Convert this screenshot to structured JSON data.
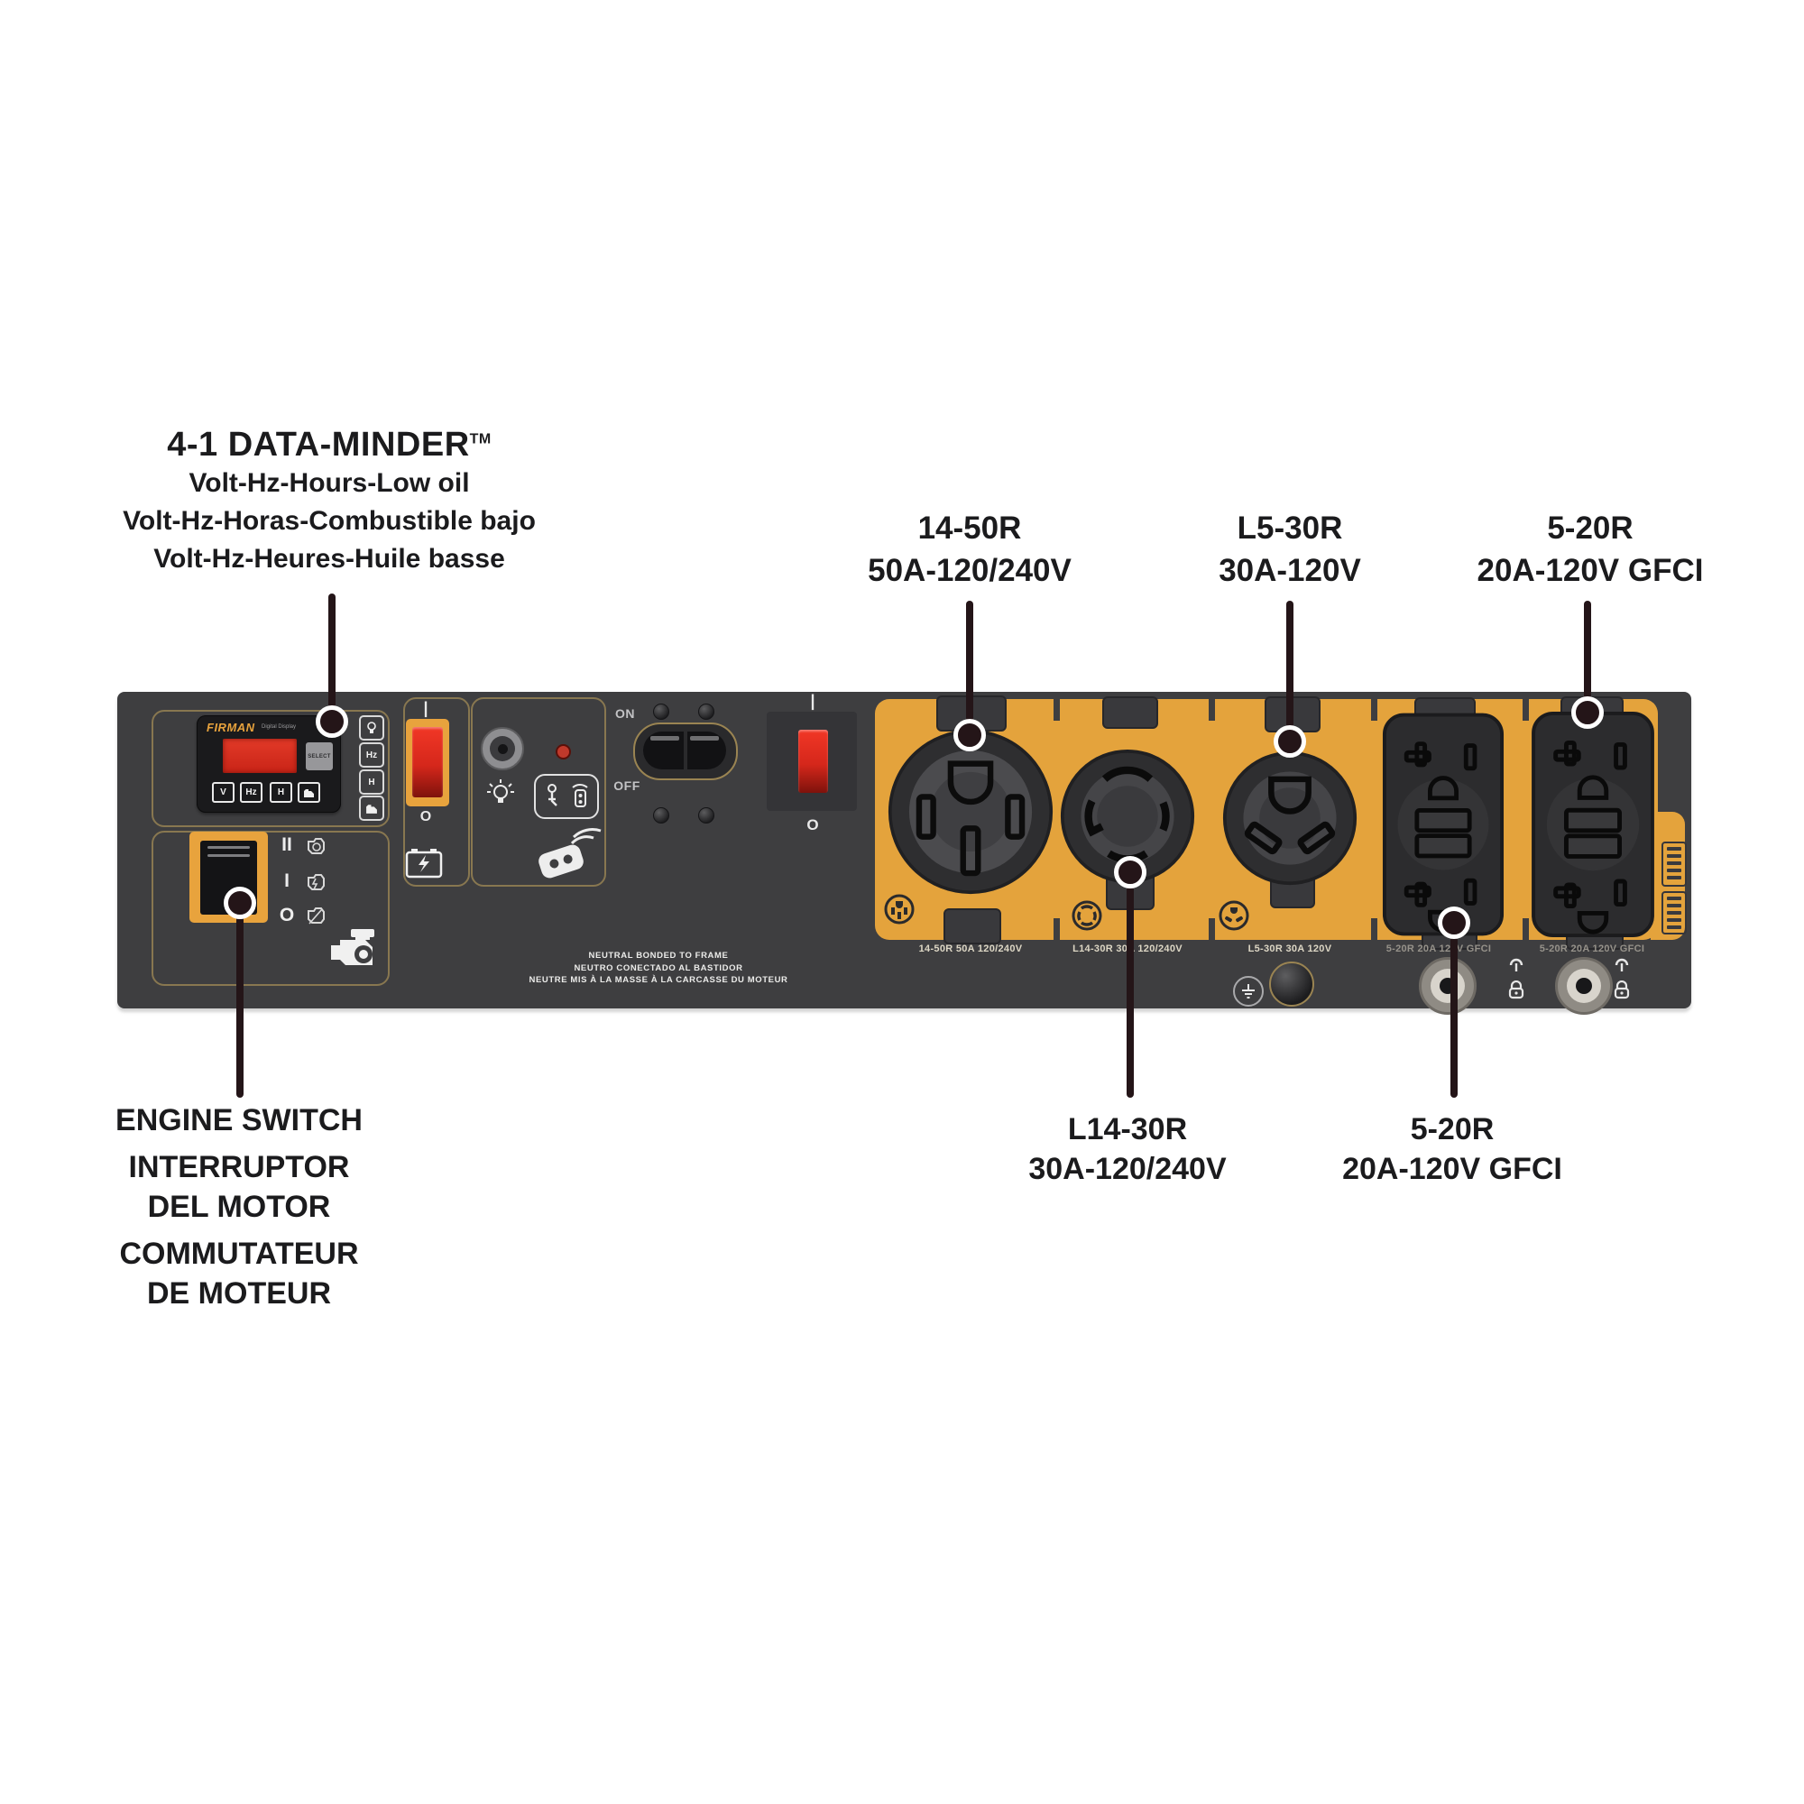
{
  "colors": {
    "panel_bg": "#3e3e40",
    "accent_yellow": "#e4a33c",
    "switch_red": "#d7281b",
    "display_red": "#d43222",
    "callout_line": "#241518"
  },
  "callouts": {
    "data_minder": {
      "title": "4-1 DATA-MINDER",
      "trademark": "TM",
      "lines": [
        "Volt-Hz-Hours-Low oil",
        "Volt-Hz-Horas-Combustible bajo",
        "Volt-Hz-Heures-Huile basse"
      ]
    },
    "top": [
      {
        "name": "14-50R",
        "spec": "50A-120/240V"
      },
      {
        "name": "L5-30R",
        "spec": "30A-120V"
      },
      {
        "name": "5-20R",
        "spec": "20A-120V GFCI"
      }
    ],
    "engine_switch": {
      "lines": [
        "ENGINE SWITCH",
        "INTERRUPTOR",
        "DEL MOTOR",
        "COMMUTATEUR",
        "DE MOTEUR"
      ]
    },
    "bottom": [
      {
        "name": "L14-30R",
        "spec": "30A-120/240V"
      },
      {
        "name": "5-20R",
        "spec": "20A-120V GFCI"
      }
    ]
  },
  "panel": {
    "display": {
      "brand": "FIRMAN",
      "model_text": "Digital Display",
      "select_button": "SELECT",
      "units": [
        "V",
        "Hz",
        "H"
      ]
    },
    "side_indicators": [
      "Hz",
      "H"
    ],
    "engine_positions": [
      "II",
      "I",
      "O"
    ],
    "battery_switch": {
      "on": "|",
      "off": "O"
    },
    "main_breaker": {
      "on": "ON",
      "off": "OFF"
    },
    "power_switch": {
      "on": "|",
      "off": "O"
    },
    "outlet_labels": [
      "14-50R 50A 120/240V",
      "L14-30R 30A 120/240V",
      "L5-30R 30A 120V",
      "5-20R 20A 120V GFCI",
      "5-20R 20A 120V GFCI"
    ],
    "bonding_notice": [
      "NEUTRAL BONDED TO FRAME",
      "NEUTRO CONECTADO AL BASTIDOR",
      "NEUTRE MIS À LA MASSE À LA CARCASSE DU MOTEUR"
    ]
  }
}
